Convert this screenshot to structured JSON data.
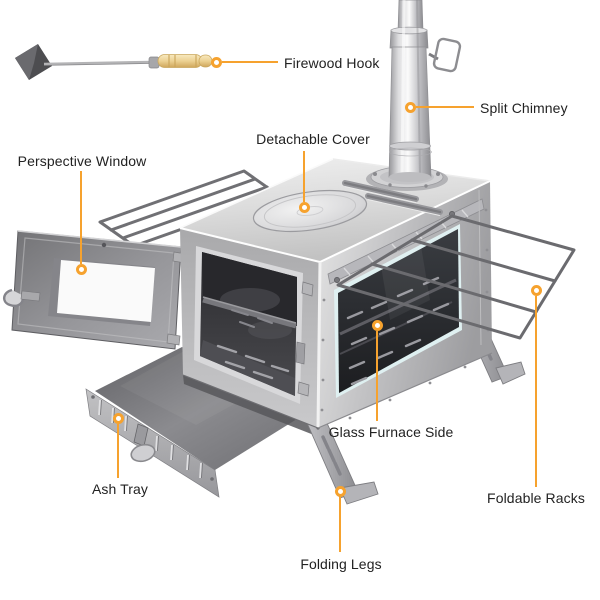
{
  "diagram": {
    "accent_color": "#F6A22E",
    "label_color": "#222222",
    "background_color": "#FFFFFF",
    "labels": [
      {
        "id": "firewood-hook",
        "text": "Firewood Hook"
      },
      {
        "id": "split-chimney",
        "text": "Split Chimney"
      },
      {
        "id": "detachable-cover",
        "text": "Detachable Cover"
      },
      {
        "id": "perspective-window",
        "text": "Perspective Window"
      },
      {
        "id": "glass-furnace-side",
        "text": "Glass Furnace Side"
      },
      {
        "id": "ash-tray",
        "text": "Ash Tray"
      },
      {
        "id": "folding-legs",
        "text": "Folding Legs"
      },
      {
        "id": "foldable-racks",
        "text": "Foldable Racks"
      }
    ]
  }
}
